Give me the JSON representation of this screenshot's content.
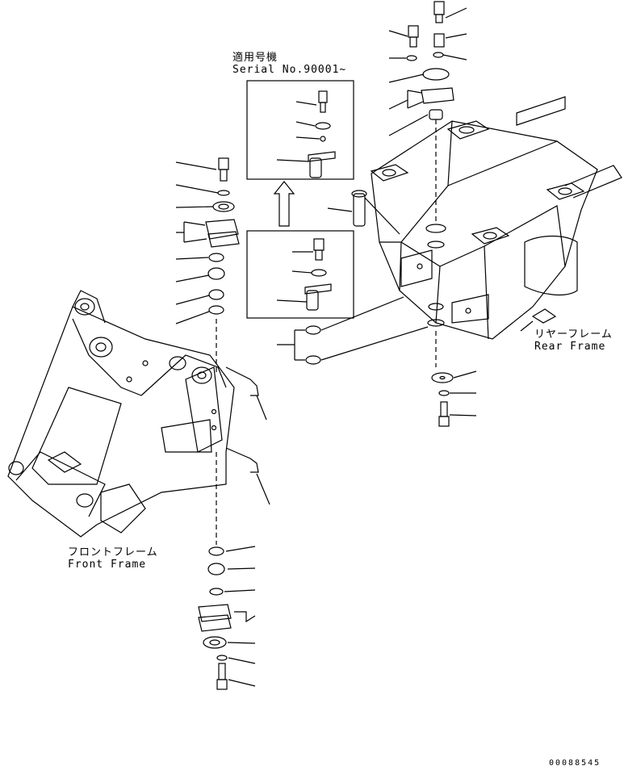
{
  "serial_note": {
    "line1": "適用号機",
    "line2": "Serial No.90001~"
  },
  "rear_frame": {
    "jp": "リヤーフレーム",
    "en": "Rear Frame"
  },
  "front_frame": {
    "jp": "フロントフレーム",
    "en": "Front Frame"
  },
  "drawing_number": "00088545"
}
